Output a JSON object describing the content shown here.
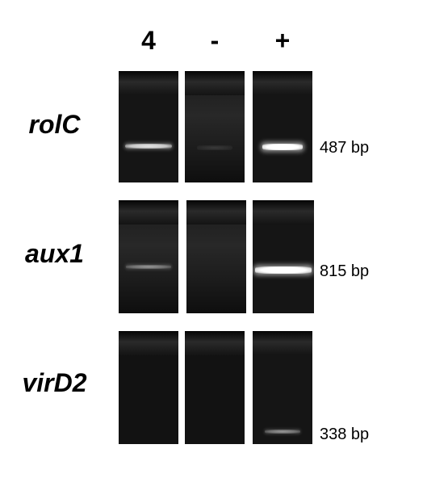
{
  "lanes": [
    "4",
    "-",
    "+"
  ],
  "genes": [
    {
      "name": "rolC",
      "size": "487 bp",
      "bands": [
        "medium",
        "faint",
        "strong"
      ]
    },
    {
      "name": "aux1",
      "size": "815 bp",
      "bands": [
        "weak",
        "none",
        "strong"
      ]
    },
    {
      "name": "virD2",
      "size": "338 bp",
      "bands": [
        "none",
        "none",
        "weak"
      ]
    }
  ]
}
